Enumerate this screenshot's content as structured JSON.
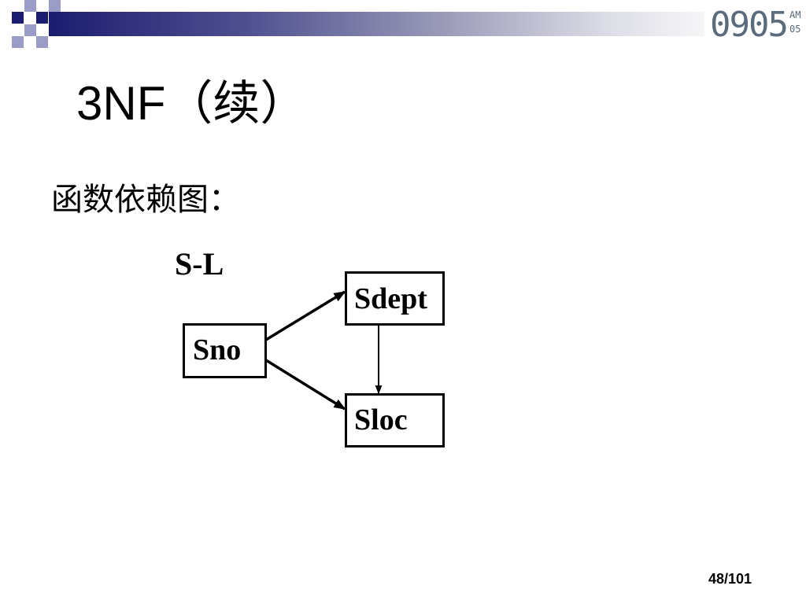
{
  "clock": {
    "time": "0905",
    "ampm": "AM",
    "seconds": "05"
  },
  "slide": {
    "title": "3NF（续）",
    "body_label": "函数依赖图：",
    "diagram": {
      "name": "S-L",
      "nodes": {
        "sno": "Sno",
        "sdept": "Sdept",
        "sloc": "Sloc"
      }
    },
    "page_number": "48/101"
  },
  "colors": {
    "accent": "#1c1c70",
    "accent_light": "#9c9cc8",
    "clock": "#5a6b7c"
  }
}
